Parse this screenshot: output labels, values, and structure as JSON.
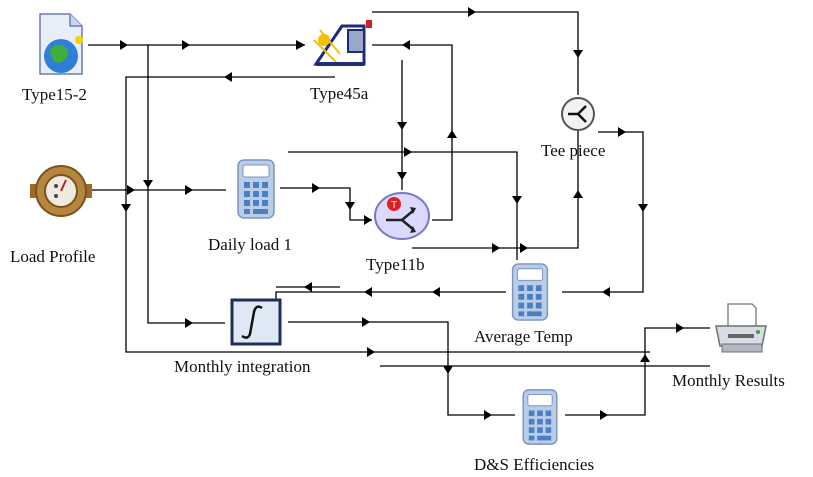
{
  "components": {
    "type15_2": {
      "label": "Type15-2",
      "icon": "weather-data-icon"
    },
    "type45a": {
      "label": "Type45a",
      "icon": "solar-collector-icon"
    },
    "tee_piece": {
      "label": "Tee piece",
      "icon": "tee-piece-icon"
    },
    "load_profile": {
      "label": "Load Profile",
      "icon": "flow-meter-icon"
    },
    "daily_load": {
      "label": "Daily load 1",
      "icon": "calculator-icon"
    },
    "type11b": {
      "label": "Type11b",
      "icon": "diverter-valve-icon"
    },
    "average_temp": {
      "label": "Average Temp",
      "icon": "calculator-icon"
    },
    "monthly_integration": {
      "label": "Monthly integration",
      "icon": "integrator-icon"
    },
    "ds_efficiencies": {
      "label": "D&S Efficiencies",
      "icon": "calculator-icon"
    },
    "monthly_results": {
      "label": "Monthly Results",
      "icon": "printer-icon"
    }
  },
  "colors": {
    "wire": "#000000",
    "calculator_body": "#b9cde8",
    "calculator_keys": "#4a7fc1",
    "diverter_fill": "#dcd9ff",
    "diverter_marker": "#e02020",
    "collector_frame": "#1e2a7a",
    "collector_sun": "#f2c200",
    "integrator_fill": "#dfe9f5"
  }
}
